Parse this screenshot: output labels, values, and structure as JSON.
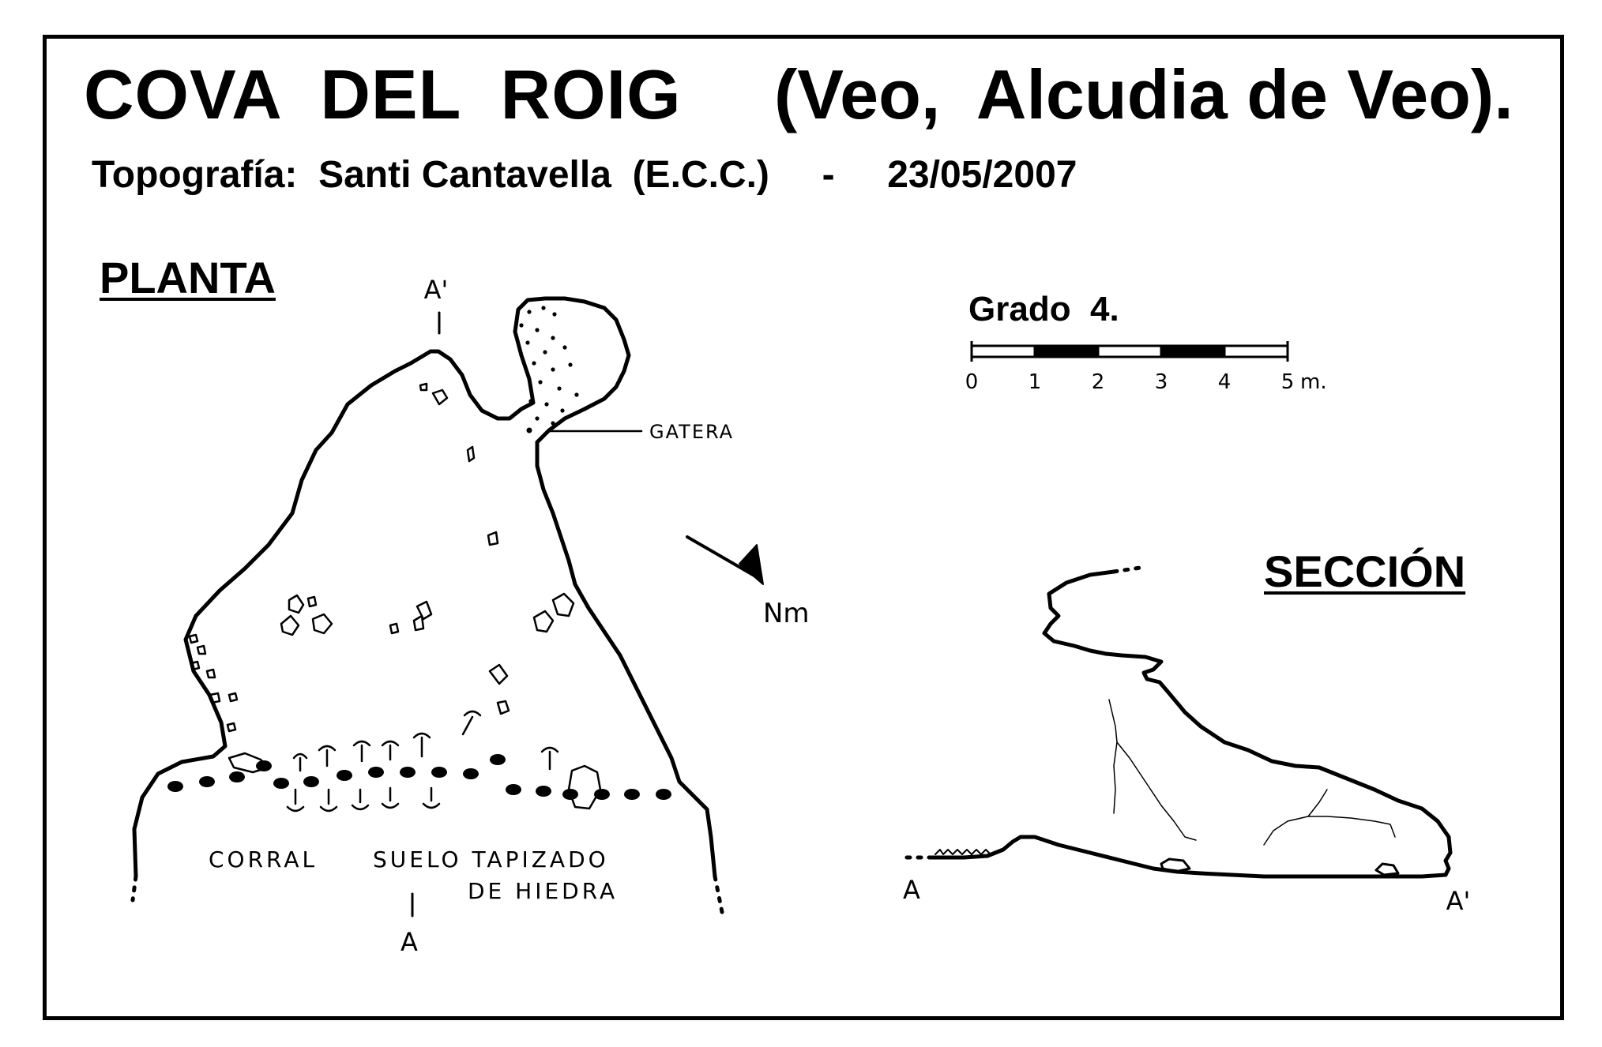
{
  "header": {
    "title": "COVA  DEL  ROIG",
    "location": "(Veo,  Alcudia de Veo).",
    "credits": "Topografía:  Santi Cantavella  (E.C.C.)     -     23/05/2007"
  },
  "plan": {
    "heading": "PLANTA",
    "cut_top": "A'",
    "cut_bottom": "A",
    "crawl_label": "GATERA",
    "north_label": "Nm",
    "note_corral": "CORRAL",
    "note_floor_1": "SUELO TAPIZADO",
    "note_floor_2": "DE HIEDRA"
  },
  "section": {
    "heading": "SECCIÓN",
    "label_left": "A",
    "label_right": "A'"
  },
  "scale": {
    "grade": "Grado  4.",
    "ticks": [
      "0",
      "1",
      "2",
      "3",
      "4",
      "5"
    ],
    "unit": "m."
  },
  "colors": {
    "ink": "#000000",
    "paper": "#ffffff"
  }
}
